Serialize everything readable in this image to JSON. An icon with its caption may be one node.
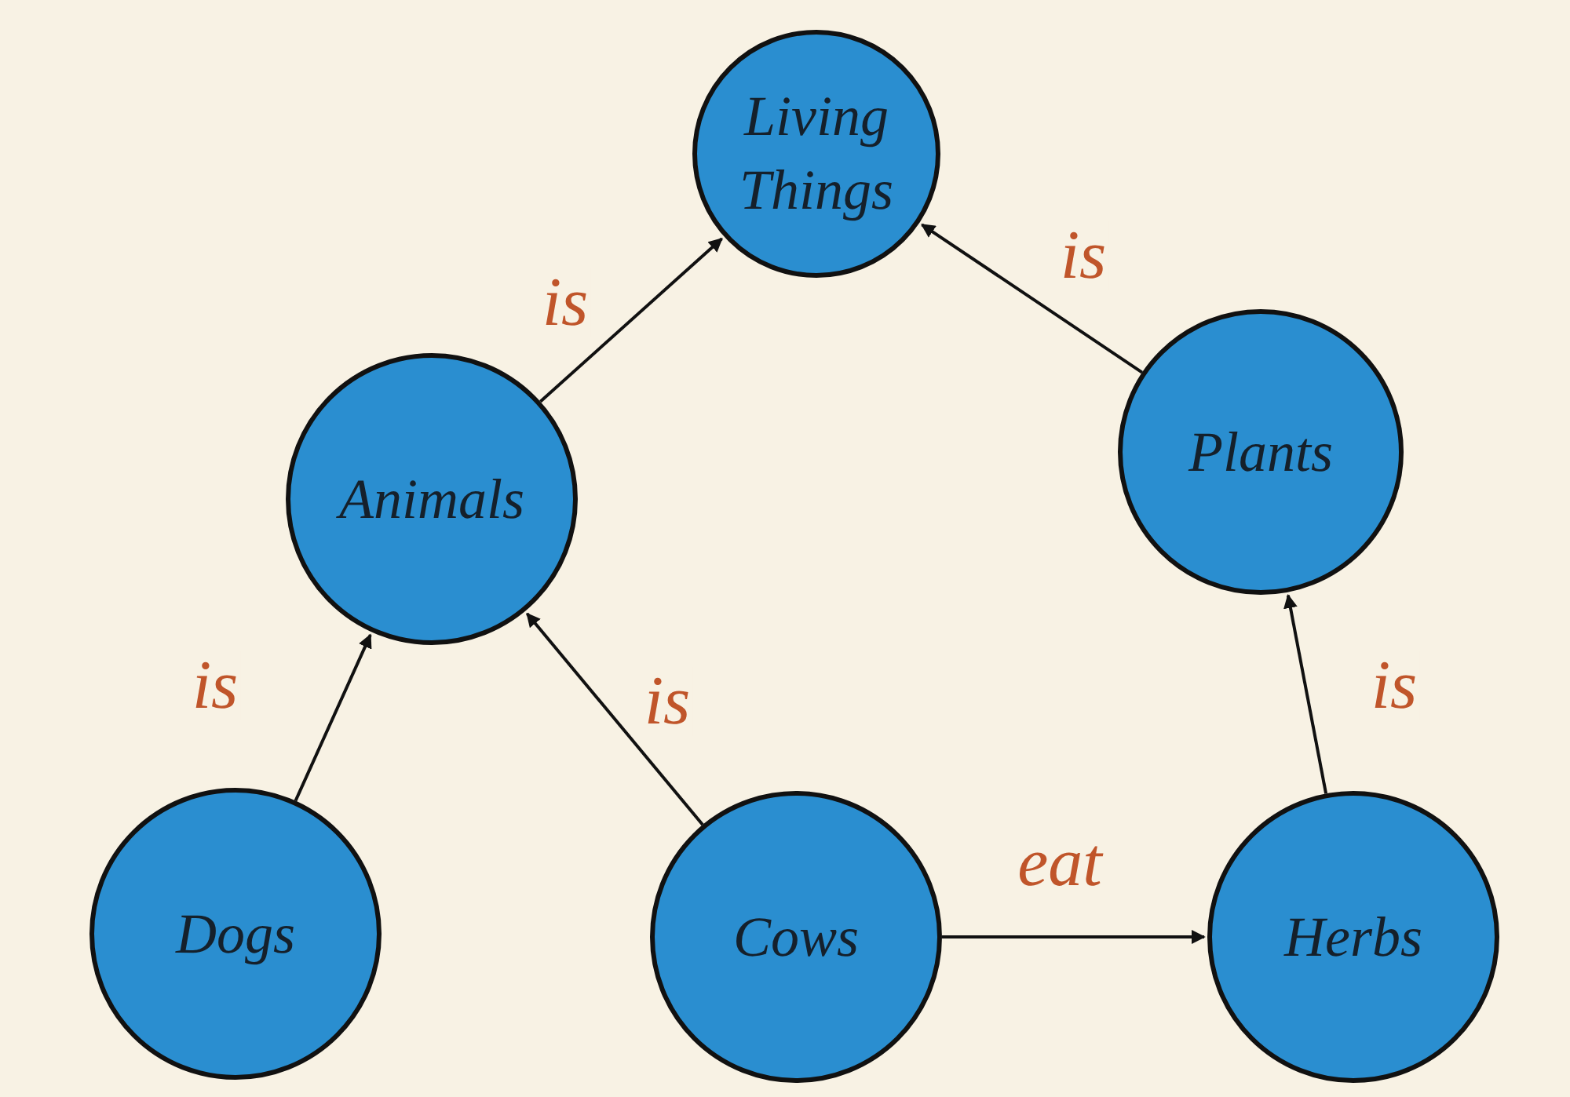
{
  "diagram": {
    "nodes": [
      {
        "text": [
          "Living Things"
        ]
      },
      {
        "text": [
          "Animals"
        ]
      },
      {
        "text": [
          "Plants"
        ]
      },
      {
        "text": [
          "Dogs"
        ]
      },
      {
        "text": [
          "Cows"
        ]
      },
      {
        "text": [
          "Herbs"
        ]
      }
    ],
    "edges": [
      {
        "from": 1,
        "to": 0,
        "arrow": "to",
        "label": "is"
      },
      {
        "from": 2,
        "to": 0,
        "arrow": "to",
        "label": "is"
      },
      {
        "from": 3,
        "to": 1,
        "arrow": "to",
        "label": "is"
      },
      {
        "from": 4,
        "to": 1,
        "arrow": "to",
        "label": "is"
      },
      {
        "from": 5,
        "to": 2,
        "arrow": "to",
        "label": "is"
      },
      {
        "from": 4,
        "to": 5,
        "arrow": "to",
        "label": "eat"
      }
    ]
  }
}
